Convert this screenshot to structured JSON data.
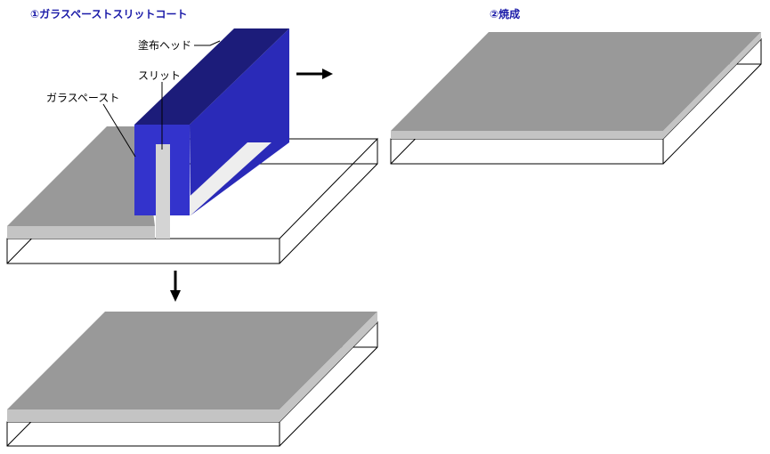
{
  "steps": {
    "step1_title": "①ガラスペーストスリットコート",
    "step2_title": "②焼成"
  },
  "labels": {
    "coating_head": "塗布ヘッド",
    "slit": "スリット",
    "glass_paste": "ガラスペースト"
  },
  "colors": {
    "title_text": "#1a1aa8",
    "head_front": "#3333cc",
    "head_top": "#1c1c7a",
    "head_side": "#2a2ab8",
    "paste_top": "#999999",
    "paste_edge": "#c4c4c4",
    "slit": "#d4d4d4",
    "outline": "#000000",
    "arrow": "#000000"
  }
}
